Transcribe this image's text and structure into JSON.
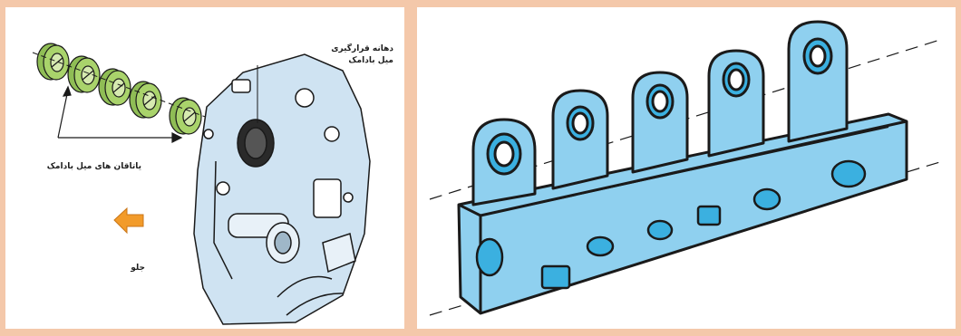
{
  "left_figure": {
    "label_bearing_cap_position": "دهانه قرارگیری",
    "label_bearing_cap_position_line2": "میل بادامک",
    "label_camshaft_bearings": "یاتاقان های میل بادامک",
    "label_front": "جلو"
  },
  "colors": {
    "frame": "#f4c8aa",
    "bearing_green": "#a9d36b",
    "engine_blue": "#cfe3f2",
    "head_blue": "#8fd0ef",
    "arrow_orange": "#f29b2a",
    "outline": "#1a1a1a"
  }
}
